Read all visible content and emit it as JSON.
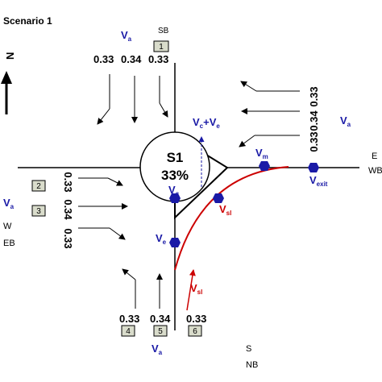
{
  "title": "Scenario 1",
  "directions": {
    "north": "N",
    "east": "E",
    "west": "W",
    "south": "S",
    "wb": "WB",
    "eb": "EB",
    "sb": "SB",
    "nb": "NB"
  },
  "roundabout": {
    "label": "S1",
    "percent": "33%"
  },
  "symbols": {
    "v": "V",
    "a": "a",
    "c": "c",
    "e": "e",
    "m": "m",
    "exit": "exit",
    "sl": "sl",
    "vc_ve_plus": "+"
  },
  "north_approach": {
    "box": "1",
    "flows": [
      "0.33",
      "0.34",
      "0.33"
    ]
  },
  "east_approach": {
    "flows": [
      "0.33",
      "0.34",
      "0.33"
    ]
  },
  "west_approach": {
    "boxes": [
      "2",
      "3"
    ],
    "flows": [
      "0.33",
      "0.34",
      "0.33"
    ]
  },
  "south_approach": {
    "boxes": [
      "4",
      "5",
      "6"
    ],
    "flows": [
      "0.33",
      "0.34",
      "0.33"
    ]
  },
  "colors": {
    "blue": "#1a1aa6",
    "red": "#cc0000",
    "box_fill": "#d9dccb"
  }
}
